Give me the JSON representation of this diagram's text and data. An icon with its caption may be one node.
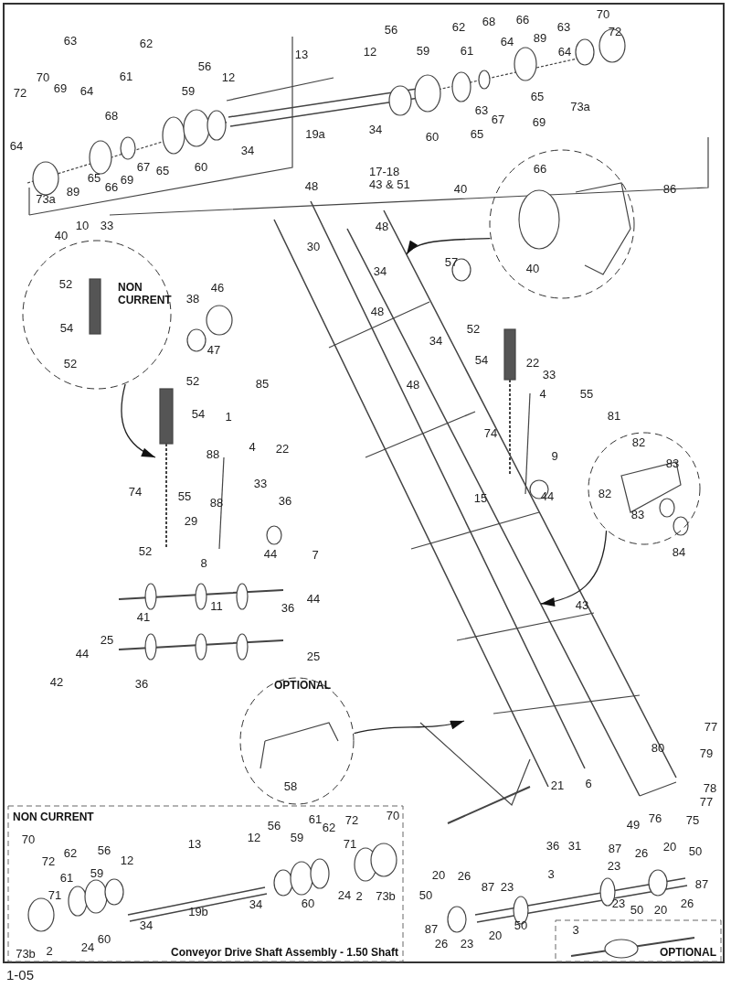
{
  "diagram": {
    "nodes": [
      {
        "text": [],
        "shape": "circle"
      },
      {
        "text": [
          "NON CURRENT"
        ]
      },
      {
        "text": [],
        "shape": "circle"
      },
      {
        "text": [
          "OPTIONAL"
        ]
      },
      {
        "text": [
          "NON CURRENT",
          "Conveyor Drive Shaft Assembly - 1.50 Shaft"
        ]
      },
      {
        "text": [
          "OPTIONAL"
        ]
      }
    ],
    "edges": [
      {
        "from": 0,
        "to": null,
        "arrow": "to"
      },
      {
        "from": 1,
        "to": null,
        "arrow": "to"
      },
      {
        "from": 2,
        "to": null,
        "arrow": "to"
      },
      {
        "from": 3,
        "to": null,
        "arrow": "to"
      }
    ],
    "labels": [
      "63",
      "62",
      "70",
      "61",
      "56",
      "13",
      "12",
      "72",
      "69",
      "64",
      "59",
      "68",
      "64",
      "19a",
      "34",
      "65",
      "66",
      "69",
      "67",
      "65",
      "60",
      "89",
      "73a",
      "56",
      "12",
      "59",
      "62",
      "61",
      "68",
      "66",
      "70",
      "64",
      "89",
      "63",
      "72",
      "64",
      "34",
      "60",
      "65",
      "63",
      "67",
      "69",
      "65",
      "73a",
      "17-18 43 & 51",
      "48",
      "48",
      "30",
      "34",
      "48",
      "34",
      "48",
      "57",
      "66",
      "40",
      "86",
      "40",
      "52",
      "54",
      "22",
      "33",
      "4",
      "55",
      "74",
      "9",
      "44",
      "81",
      "82",
      "83",
      "82",
      "83",
      "84",
      "15",
      "40",
      "10",
      "33",
      "52",
      "54",
      "52",
      "38",
      "46",
      "47",
      "52",
      "54",
      "85",
      "1",
      "88",
      "4",
      "22",
      "74",
      "55",
      "88",
      "33",
      "36",
      "29",
      "52",
      "44",
      "8",
      "7",
      "41",
      "11",
      "36",
      "44",
      "44",
      "25",
      "25",
      "42",
      "36",
      "43",
      "58",
      "77",
      "80",
      "79",
      "78",
      "77",
      "76",
      "75",
      "21",
      "6",
      "49",
      "36",
      "31",
      "87",
      "26",
      "20",
      "50",
      "23",
      "3",
      "87",
      "23",
      "50",
      "20",
      "26",
      "20",
      "26",
      "87",
      "23",
      "50",
      "50",
      "20",
      "87",
      "26",
      "23",
      "3",
      "70",
      "72",
      "62",
      "56",
      "13",
      "12",
      "59",
      "61",
      "71",
      "34",
      "19b",
      "60",
      "73b",
      "2",
      "24",
      "12",
      "56",
      "59",
      "61",
      "62",
      "72",
      "70",
      "71",
      "34",
      "60",
      "24",
      "2",
      "73b",
      "1-05"
    ]
  }
}
